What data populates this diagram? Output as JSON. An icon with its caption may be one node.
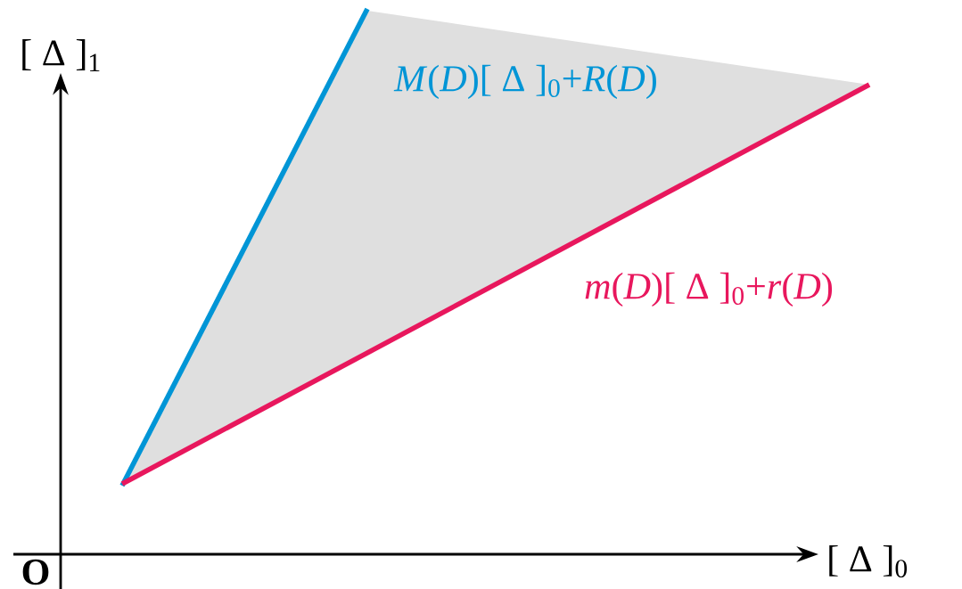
{
  "diagram": {
    "labels": [
      "[ Δ ]$_{1}$",
      "*M*(*D*)[ Δ ]$_{0}$+*R*(*D*)",
      "*m*(*D*)[ Δ ]$_{0}$+*r*(*D*)",
      "[ Δ ]$_{0}$",
      "**O**"
    ]
  }
}
